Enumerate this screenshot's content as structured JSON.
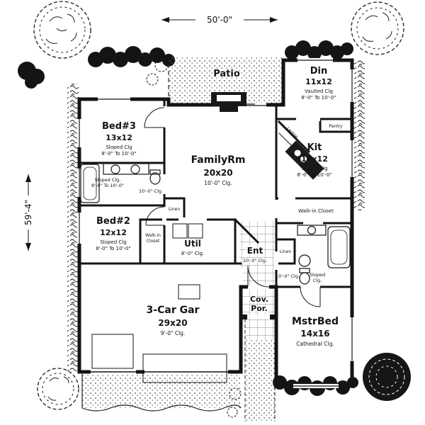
{
  "colors": {
    "ink": "#141414",
    "paper": "#ffffff"
  },
  "dimensions": {
    "width_label": "50'-0\"",
    "height_label": "59'-4\""
  },
  "rooms": {
    "patio": {
      "name": "Patio"
    },
    "din": {
      "name": "Din",
      "size": "11x12",
      "clg1": "Vaulted Clg",
      "clg2": "8'-0\" To 10'-0\""
    },
    "bed3": {
      "name": "Bed#3",
      "size": "13x12",
      "clg1": "Sloped Clg",
      "clg2": "8'-0\" To 10'-0\""
    },
    "family": {
      "name": "FamilyRm",
      "size": "20x20",
      "clg1": "10'-0\" Clg."
    },
    "kit": {
      "name": "Kit",
      "size": "14x12",
      "clg1": "Sloped Clg",
      "clg2": "8'-0\" To 10'-0\""
    },
    "ledge": {
      "name": "Ledge"
    },
    "pantry": {
      "name": "Pantry"
    },
    "bath": {
      "clg1": "Sloped Clg.",
      "clg2": "8'-0\" To 10'-0\"",
      "clg3": "10'-0\" Clg"
    },
    "bed2": {
      "name": "Bed#2",
      "size": "12x12",
      "clg1": "Sloped Clg",
      "clg2": "8'-0\" To 10'-0\""
    },
    "walkin_left": {
      "line1": "Walk-in",
      "line2": "Closet"
    },
    "linen_left": {
      "name": "Linen"
    },
    "util": {
      "name": "Util",
      "clg1": "8'-0\" Clg."
    },
    "ent": {
      "name": "Ent",
      "clg1": "10'-0\" Clg."
    },
    "walkin_right": {
      "name": "Walk-in Closet"
    },
    "linen_right": {
      "name": "Linen"
    },
    "mbath": {
      "clg1": "Sloped",
      "clg2": "Clg.",
      "clg3": "10'-0\" Clg."
    },
    "covpor": {
      "line1": "Cov.",
      "line2": "Por."
    },
    "garage": {
      "name": "3-Car Gar",
      "size": "29x20",
      "clg1": "9'-0\" Clg."
    },
    "mstr": {
      "name": "MstrBed",
      "size": "14x16",
      "clg1": "Cathedral Clg."
    }
  }
}
